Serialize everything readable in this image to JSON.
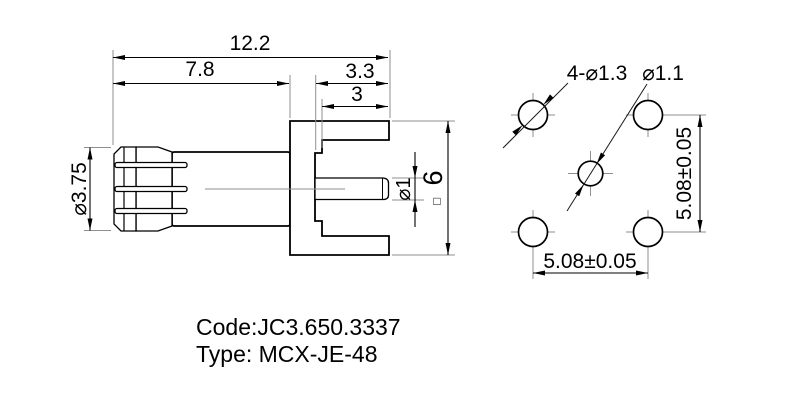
{
  "colors": {
    "line": "#000000",
    "thin_line": "#8f8f8f",
    "background": "#ffffff"
  },
  "side_view": {
    "dimensions": {
      "overall_length": "12.2",
      "body_length": "7.8",
      "flange_step_depth": "3.3",
      "flange_slot_depth": "3",
      "body_diameter": "⌀3.75",
      "pin_diameter": "⌀1",
      "flange_size": "6",
      "square_symbol": "□"
    }
  },
  "footprint_view": {
    "hole_labels": {
      "corner_holes": "4-⌀1.3",
      "center_hole": "⌀1.1"
    },
    "dimensions": {
      "vertical_pitch": "5.08±0.05",
      "horizontal_pitch": "5.08±0.05"
    }
  },
  "footer": {
    "code": "Code:JC3.650.3337",
    "type": "Type: MCX-JE-48"
  }
}
